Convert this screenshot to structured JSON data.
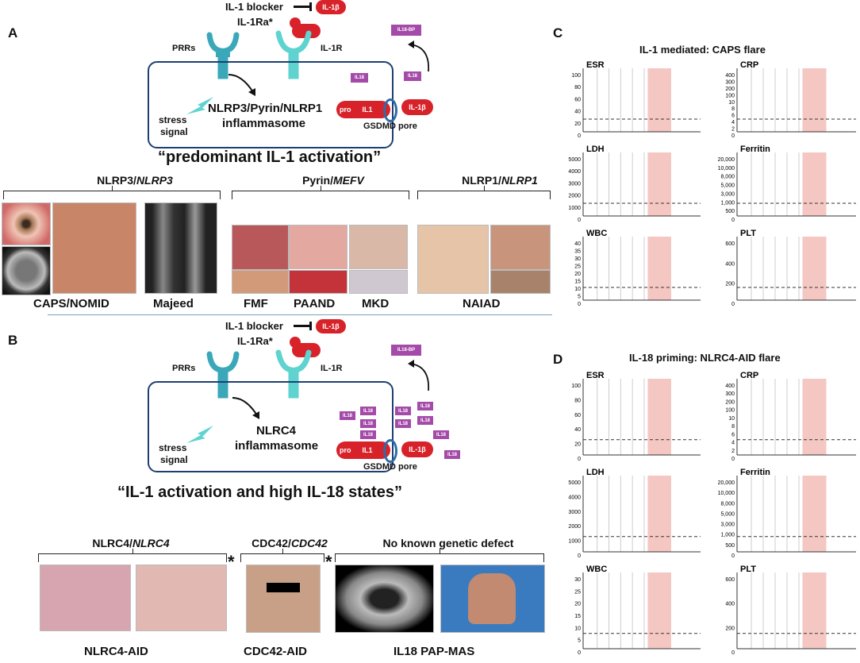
{
  "panelA": {
    "letter": "A",
    "il1_blocker": "IL-1 blocker",
    "il1ra": "IL-1Ra*",
    "il1b": "IL-1β",
    "prrs": "PRRs",
    "il1r": "IL-1R",
    "il18bp": "IL18-BP",
    "il18": "IL18",
    "stress1": "stress",
    "stress2": "signal",
    "inflam1": "NLRP3/Pyrin/NLRP1",
    "inflam2": "inflammasome",
    "pro": "pro",
    "il1": "IL1",
    "gsdmd": "GSDMD pore",
    "headline": "“predominant IL-1 activation”",
    "groups": [
      {
        "prefix": "NLRP3/",
        "gene": "NLRP3"
      },
      {
        "prefix": "Pyrin/",
        "gene": "MEFV"
      },
      {
        "prefix": "NLRP1/",
        "gene": "NLRP1"
      }
    ],
    "captions": [
      "CAPS/NOMID",
      "Majeed",
      "FMF",
      "PAAND",
      "MKD",
      "NAIAD"
    ]
  },
  "panelB": {
    "letter": "B",
    "il1_blocker": "IL-1 blocker",
    "il1ra": "IL-1Ra*",
    "il1b": "IL-1β",
    "prrs": "PRRs",
    "il1r": "IL-1R",
    "il18bp": "IL18-BP",
    "il18": "IL18",
    "stress1": "stress",
    "stress2": "signal",
    "inflam1": "NLRC4",
    "inflam2": "inflammasome",
    "pro": "pro",
    "il1": "IL1",
    "gsdmd": "GSDMD pore",
    "headline": "“IL-1 activation and high IL-18 states”",
    "groups": [
      {
        "prefix": "NLRC4/",
        "gene": "NLRC4"
      },
      {
        "prefix": "CDC42/",
        "gene": "CDC42"
      },
      {
        "prefix": "No known genetic defect",
        "gene": ""
      }
    ],
    "asterisk": "*",
    "captions": [
      "NLRC4-AID",
      "CDC42-AID",
      "IL18 PAP-MAS"
    ]
  },
  "panelC": {
    "letter": "C",
    "title": "IL-1 mediated: CAPS flare",
    "charts": [
      {
        "label": "ESR",
        "ticks": [
          "100",
          "80",
          "60",
          "40",
          "20",
          "0"
        ]
      },
      {
        "label": "CRP",
        "ticks": [
          "400",
          "300",
          "200",
          "100",
          "10",
          "8",
          "6",
          "4",
          "2",
          "0"
        ]
      },
      {
        "label": "LDH",
        "ticks": [
          "5000",
          "4000",
          "3000",
          "2000",
          "1000",
          "0"
        ]
      },
      {
        "label": "Ferritin",
        "ticks": [
          "20,000",
          "10,000",
          "8,000",
          "5,000",
          "3,000",
          "1,000",
          "500",
          "0"
        ]
      },
      {
        "label": "WBC",
        "ticks": [
          "40",
          "35",
          "30",
          "25",
          "20",
          "15",
          "10",
          "5",
          "0"
        ]
      },
      {
        "label": "PLT",
        "ticks": [
          "600",
          "400",
          "200",
          "0"
        ]
      }
    ]
  },
  "panelD": {
    "letter": "D",
    "title": "IL-18 priming: NLRC4-AID flare",
    "charts": [
      {
        "label": "ESR",
        "ticks": [
          "100",
          "80",
          "60",
          "40",
          "20",
          "0"
        ]
      },
      {
        "label": "CRP",
        "ticks": [
          "400",
          "300",
          "200",
          "100",
          "10",
          "8",
          "6",
          "4",
          "2",
          "0"
        ]
      },
      {
        "label": "LDH",
        "ticks": [
          "5000",
          "4000",
          "3000",
          "2000",
          "1000",
          "0"
        ]
      },
      {
        "label": "Ferritin",
        "ticks": [
          "20,000",
          "10,000",
          "8,000",
          "5,000",
          "3,000",
          "1,000",
          "500",
          "0"
        ]
      },
      {
        "label": "WBC",
        "ticks": [
          "30",
          "25",
          "20",
          "15",
          "10",
          "5",
          "0"
        ]
      },
      {
        "label": "PLT",
        "ticks": [
          "600",
          "400",
          "200",
          "0"
        ]
      }
    ]
  },
  "colors": {
    "navy": "#1c3f73",
    "red": "#d8222a",
    "purple": "#a44aa8",
    "teal": "#3aa8b8",
    "green": "#3ec3a0",
    "shade": "#f4c7c3"
  }
}
